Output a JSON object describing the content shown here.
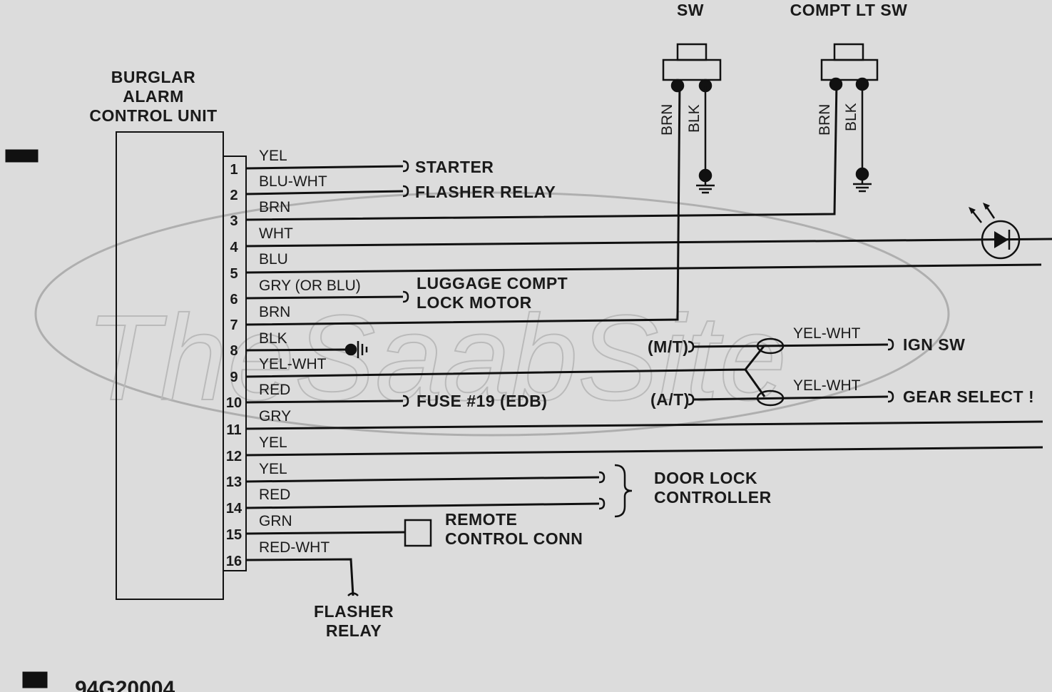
{
  "control_unit": {
    "title_lines": [
      "BURGLAR",
      "ALARM",
      "CONTROL UNIT"
    ]
  },
  "pins": [
    {
      "num": "1",
      "color": "YEL"
    },
    {
      "num": "2",
      "color": "BLU-WHT"
    },
    {
      "num": "3",
      "color": "BRN"
    },
    {
      "num": "4",
      "color": "WHT"
    },
    {
      "num": "5",
      "color": "BLU"
    },
    {
      "num": "6",
      "color": "GRY (OR BLU)"
    },
    {
      "num": "7",
      "color": "BRN"
    },
    {
      "num": "8",
      "color": "BLK"
    },
    {
      "num": "9",
      "color": "YEL-WHT"
    },
    {
      "num": "10",
      "color": "RED"
    },
    {
      "num": "11",
      "color": "GRY"
    },
    {
      "num": "12",
      "color": "YEL"
    },
    {
      "num": "13",
      "color": "YEL"
    },
    {
      "num": "14",
      "color": "RED"
    },
    {
      "num": "15",
      "color": "GRN"
    },
    {
      "num": "16",
      "color": "RED-WHT"
    }
  ],
  "destinations": {
    "starter": "STARTER",
    "flasher_relay": "FLASHER RELAY",
    "luggage_lines": [
      "LUGGAGE COMPT",
      "LOCK MOTOR"
    ],
    "fuse": "FUSE #19 (EDB)",
    "door_lock_lines": [
      "DOOR LOCK",
      "CONTROLLER"
    ],
    "remote_lines": [
      "REMOTE",
      "CONTROL CONN"
    ],
    "flasher_relay_bottom_lines": [
      "FLASHER",
      "RELAY"
    ],
    "ign_sw": "IGN SW",
    "gear_select": "GEAR SELECT !"
  },
  "transmission": {
    "mt_label": "(M/T)",
    "at_label": "(A/T)",
    "yel_wht_top": "YEL-WHT",
    "yel_wht_bottom": "YEL-WHT"
  },
  "switches": [
    {
      "title": "SW",
      "wire_left": "BRN",
      "wire_right": "BLK"
    },
    {
      "title": "COMPT LT SW",
      "wire_left": "BRN",
      "wire_right": "BLK"
    }
  ],
  "watermark": "TheSaabSite",
  "figure_code": "94G20004"
}
